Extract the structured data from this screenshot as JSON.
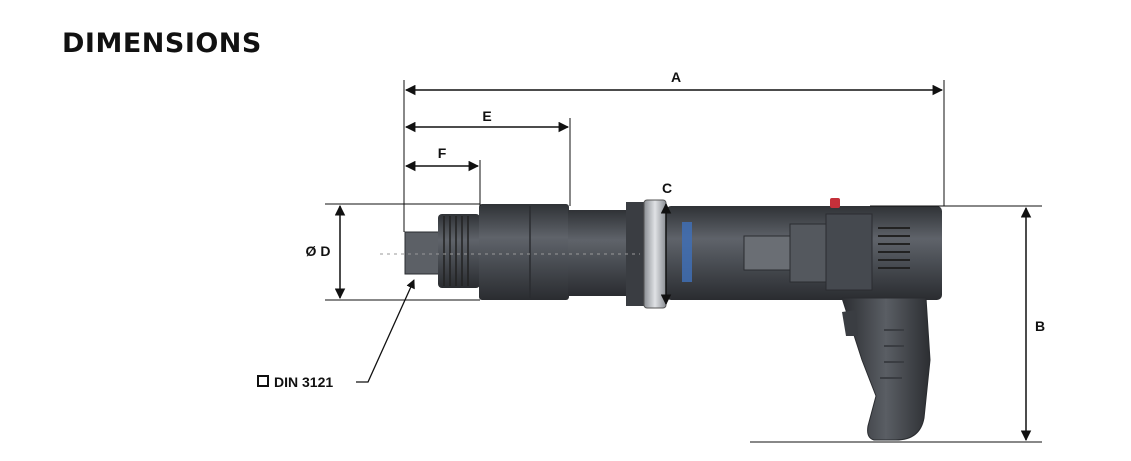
{
  "title": "DIMENSIONS",
  "labels": {
    "a": "A",
    "b": "B",
    "c": "C",
    "d": "Ø D",
    "e": "E",
    "f": "F",
    "drive": "DIN 3121"
  },
  "colors": {
    "tool_dark": "#3a3d42",
    "tool_mid": "#55595f",
    "tool_light": "#7c8086",
    "accent_blue": "#3f6fb5",
    "accent_red": "#c4303a",
    "line": "#111111"
  }
}
